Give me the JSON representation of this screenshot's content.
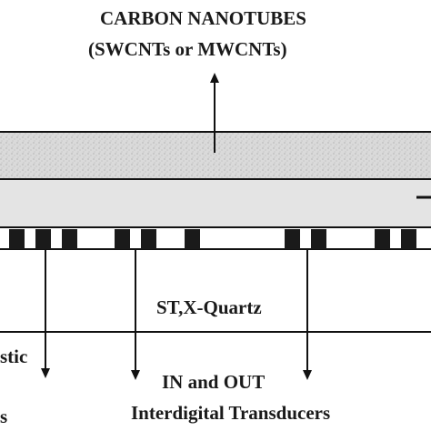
{
  "labels": {
    "cnt_title": "CARBON NANOTUBES",
    "cnt_subtitle": "(SWCNTs or MWCNTs)",
    "substrate": "ST,X-Quartz",
    "left_cut": "stic",
    "left_cut2": "s",
    "idt_line1": "IN and OUT",
    "idt_line2": "Interdigital Transducers"
  },
  "colors": {
    "cnt_layer": "#d8d8d8",
    "guiding_layer": "#e6e6e6",
    "electrode": "#1a1a1a",
    "line": "#111111"
  }
}
